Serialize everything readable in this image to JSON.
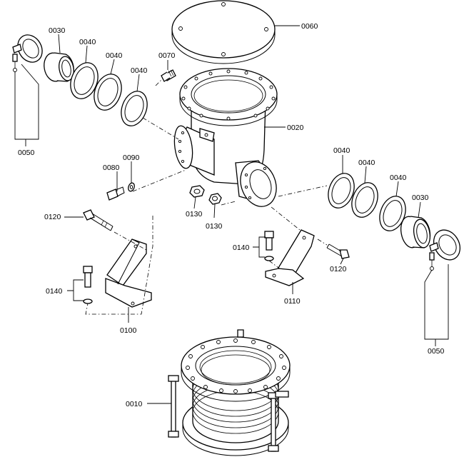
{
  "labels": {
    "p0010": "0010",
    "p0020": "0020",
    "p0030_left": "0030",
    "p0030_right": "0030",
    "p0040_a": "0040",
    "p0040_b": "0040",
    "p0040_c": "0040",
    "p0040_d": "0040",
    "p0040_e": "0040",
    "p0040_f": "0040",
    "p0050_left": "0050",
    "p0050_right": "0050",
    "p0060": "0060",
    "p0070": "0070",
    "p0080": "0080",
    "p0090": "0090",
    "p0100": "0100",
    "p0110": "0110",
    "p0120_left": "0120",
    "p0120_right": "0120",
    "p0130_a": "0130",
    "p0130_b": "0130",
    "p0140_left": "0140",
    "p0140_right": "0140"
  }
}
